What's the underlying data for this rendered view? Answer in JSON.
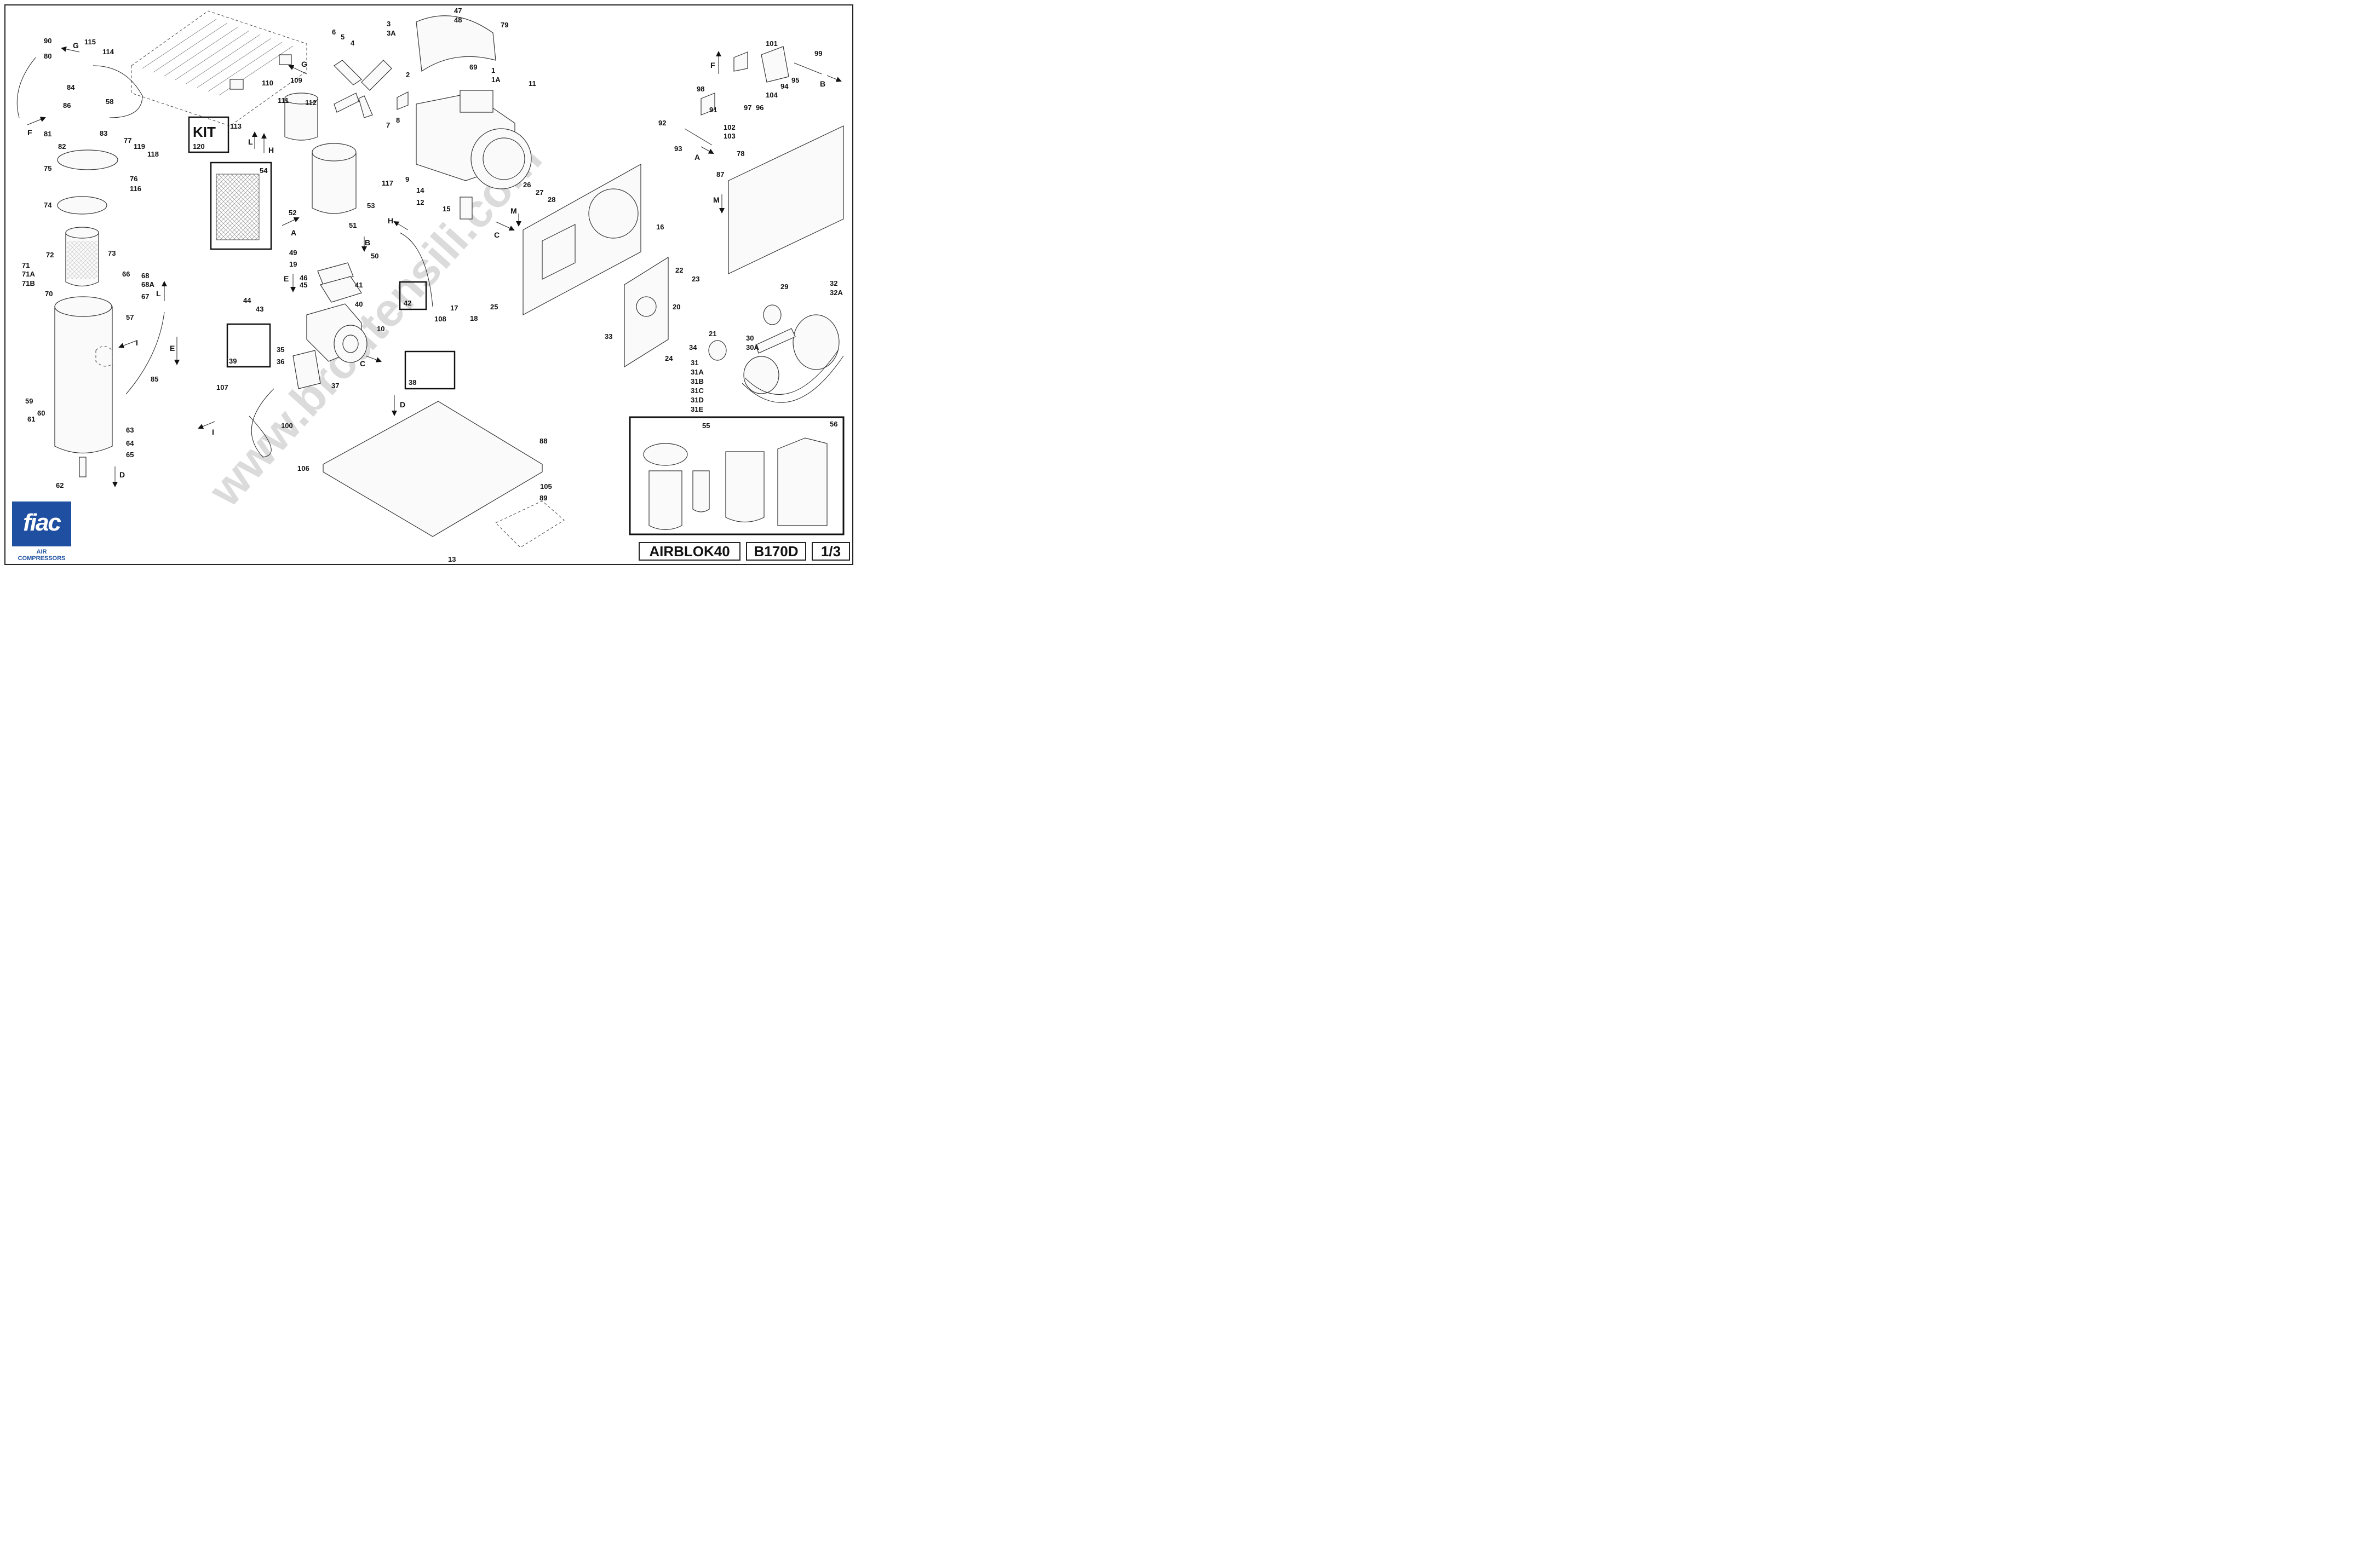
{
  "watermark": "www.brcutensili.com",
  "logo": {
    "brand": "fiac",
    "tagline": "AIR COMPRESSORS"
  },
  "title_block": {
    "model": "AIRBLOK40",
    "code": "B170D",
    "page": "1/3"
  },
  "kit_box": {
    "title": "KIT",
    "number": "120"
  },
  "arrow_letters": [
    "G",
    "G",
    "F",
    "F",
    "H",
    "H",
    "L",
    "L",
    "A",
    "A",
    "B",
    "B",
    "C",
    "C",
    "D",
    "D",
    "E",
    "E",
    "I",
    "I",
    "M",
    "M"
  ],
  "part_numbers": [
    "1",
    "1A",
    "2",
    "3",
    "3A",
    "4",
    "5",
    "6",
    "7",
    "8",
    "9",
    "10",
    "11",
    "12",
    "13",
    "14",
    "15",
    "16",
    "17",
    "18",
    "19",
    "20",
    "21",
    "22",
    "23",
    "24",
    "25",
    "26",
    "27",
    "28",
    "29",
    "30",
    "30A",
    "31",
    "31A",
    "31B",
    "31C",
    "31D",
    "31E",
    "32",
    "32A",
    "33",
    "34",
    "35",
    "36",
    "37",
    "38",
    "39",
    "40",
    "41",
    "42",
    "43",
    "44",
    "45",
    "46",
    "47",
    "48",
    "49",
    "50",
    "51",
    "52",
    "53",
    "54",
    "55",
    "56",
    "57",
    "58",
    "59",
    "60",
    "61",
    "62",
    "63",
    "64",
    "65",
    "66",
    "67",
    "68",
    "68A",
    "69",
    "70",
    "71",
    "71A",
    "71B",
    "72",
    "73",
    "74",
    "75",
    "76",
    "77",
    "78",
    "79",
    "80",
    "81",
    "82",
    "83",
    "84",
    "85",
    "86",
    "87",
    "88",
    "89",
    "90",
    "91",
    "92",
    "93",
    "94",
    "95",
    "96",
    "97",
    "98",
    "99",
    "100",
    "101",
    "102",
    "103",
    "104",
    "105",
    "106",
    "107",
    "108",
    "109",
    "110",
    "111",
    "112",
    "113",
    "114",
    "115",
    "116",
    "117",
    "118",
    "119"
  ]
}
